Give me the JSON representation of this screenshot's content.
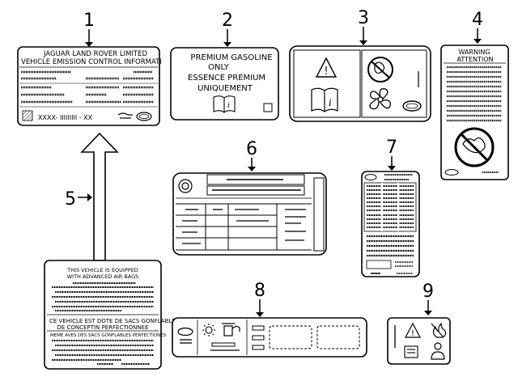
{
  "callouts": [
    "1",
    "2",
    "3",
    "4",
    "5",
    "6",
    "7",
    "8",
    "9"
  ],
  "label1": {
    "line1": "JAGUAR LAND ROVER LIMITED",
    "line2": "VEHICLE EMISSION CONTROL INFORMATI",
    "code": "XXXX- IIIIIIIII - XX"
  },
  "label2": {
    "line1": "PREMIUM GASOLINE",
    "line2": "ONLY",
    "line3": "ESSENCE PREMIUM",
    "line4": "UNIQUEMENT"
  },
  "label4": {
    "line1": "WARNING",
    "line2": "ATTENTION"
  },
  "label5": {
    "line1": "THIS VEHICLE IS EQUIPPED",
    "line2": "WITH ADVANCED AIR BAGS",
    "line3": "CE VEHICLE EST DOTE DE SACS GONFLABLES",
    "line4": "DE CONCEPTIN PERFECTIONNEE",
    "line5": "MEME AVES DES SACS GONFLABLES PERFECTIONES"
  },
  "icons": [
    "warning-triangle-icon",
    "manual-book-icon",
    "no-fan-hand-icon",
    "fan-icon",
    "fuse-oval-icon",
    "sun-icon",
    "fuel-pump-icon",
    "flame-icon",
    "person-icon",
    "battery-icon"
  ]
}
